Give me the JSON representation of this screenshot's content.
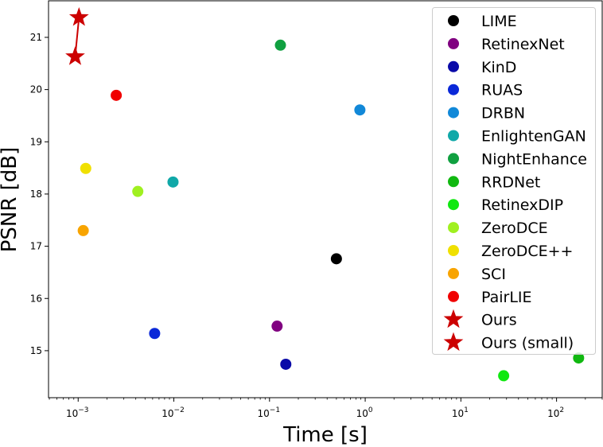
{
  "chart_data": {
    "type": "scatter",
    "xscale": "log",
    "xlabel": "Time [s]",
    "ylabel": "PSNR [dB]",
    "xlim": [
      0.00049,
      300
    ],
    "ylim": [
      14.1,
      21.7
    ],
    "xticks": [
      {
        "value": 0.001,
        "base": "10",
        "exp": "−3"
      },
      {
        "value": 0.01,
        "base": "10",
        "exp": "−2"
      },
      {
        "value": 0.1,
        "base": "10",
        "exp": "−1"
      },
      {
        "value": 1,
        "base": "10",
        "exp": "0"
      },
      {
        "value": 10,
        "base": "10",
        "exp": "1"
      },
      {
        "value": 100,
        "base": "10",
        "exp": "2"
      }
    ],
    "yticks": [
      "15",
      "16",
      "17",
      "18",
      "19",
      "20",
      "21"
    ],
    "grid": false,
    "legend_position": "top-right",
    "series": [
      {
        "name": "LIME",
        "color": "#000000",
        "marker": "circle",
        "x": 0.5,
        "y": 16.76
      },
      {
        "name": "RetinexNet",
        "color": "#800080",
        "marker": "circle",
        "x": 0.12,
        "y": 15.47
      },
      {
        "name": "KinD",
        "color": "#0a0aa8",
        "marker": "circle",
        "x": 0.148,
        "y": 14.74
      },
      {
        "name": "RUAS",
        "color": "#0a28d8",
        "marker": "circle",
        "x": 0.0063,
        "y": 15.33
      },
      {
        "name": "DRBN",
        "color": "#1188d8",
        "marker": "circle",
        "x": 0.88,
        "y": 19.61
      },
      {
        "name": "EnlightenGAN",
        "color": "#10a8a8",
        "marker": "circle",
        "x": 0.0098,
        "y": 18.23
      },
      {
        "name": "NightEnhance",
        "color": "#10a040",
        "marker": "circle",
        "x": 0.13,
        "y": 20.85
      },
      {
        "name": "RRDNet",
        "color": "#10b810",
        "marker": "circle",
        "x": 170,
        "y": 14.86
      },
      {
        "name": "RetinexDIP",
        "color": "#10e810",
        "marker": "circle",
        "x": 28,
        "y": 14.52
      },
      {
        "name": "ZeroDCE",
        "color": "#a0f020",
        "marker": "circle",
        "x": 0.0042,
        "y": 18.05
      },
      {
        "name": "ZeroDCE++",
        "color": "#f0e000",
        "marker": "circle",
        "x": 0.0012,
        "y": 18.49
      },
      {
        "name": "SCI",
        "color": "#f8a400",
        "marker": "circle",
        "x": 0.00113,
        "y": 17.3
      },
      {
        "name": "PairLIE",
        "color": "#f00000",
        "marker": "circle",
        "x": 0.0025,
        "y": 19.89
      },
      {
        "name": "Ours",
        "color": "#cc0000",
        "marker": "star",
        "x": 0.00102,
        "y": 21.38
      },
      {
        "name": "Ours (small)",
        "color": "#cc0000",
        "marker": "star",
        "x": 0.00093,
        "y": 20.63
      }
    ]
  }
}
